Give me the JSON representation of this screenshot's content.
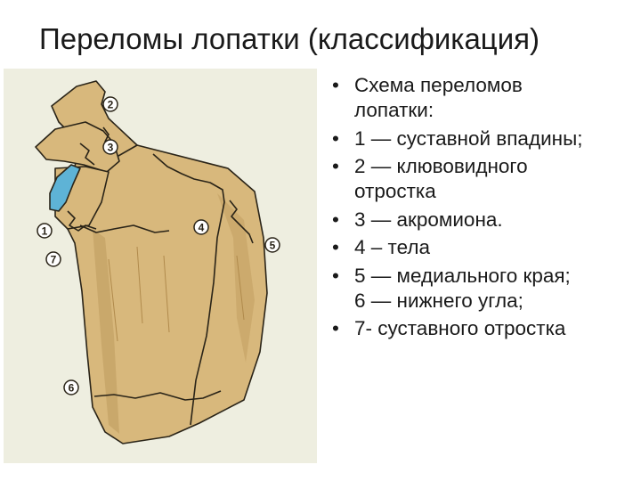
{
  "title": "Переломы лопатки (классификация)",
  "figure": {
    "colors": {
      "background": "#eeeee0",
      "bone": "#d8b87c",
      "bone_dark": "#b08a4c",
      "outline": "#2a2418",
      "cartilage": "#5eb3d6"
    },
    "markers": [
      "1",
      "2",
      "3",
      "4",
      "5",
      "6",
      "7"
    ]
  },
  "bullet_symbol": "•",
  "items": [
    {
      "lines": [
        "Схема переломов",
        "лопатки:"
      ]
    },
    {
      "lines": [
        "1 — суставной впадины;"
      ]
    },
    {
      "lines": [
        "2 — клювовидного",
        "отростка"
      ]
    },
    {
      "lines": [
        "3 — акромиона."
      ]
    },
    {
      "lines": [
        "4 – тела"
      ]
    },
    {
      "lines": [
        "5 — медиального края;",
        "6 — нижнего угла;"
      ]
    },
    {
      "lines": [
        "7- суставного отростка"
      ]
    }
  ]
}
